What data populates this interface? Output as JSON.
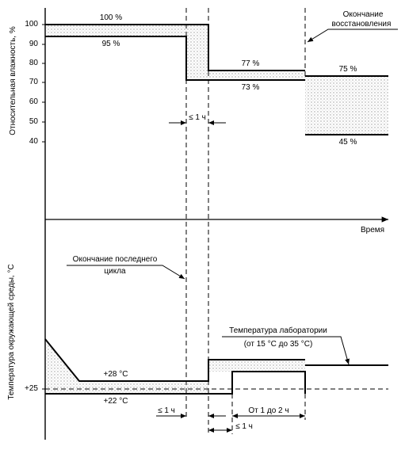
{
  "humidity": {
    "axis_label": "Относительная влажность, %",
    "ticks": [
      "100",
      "90",
      "80",
      "70",
      "60",
      "50",
      "40"
    ],
    "labels": {
      "l100": "100 %",
      "l95": "95 %",
      "l77": "77 %",
      "l73": "73 %",
      "l75": "75 %",
      "l45": "45 %"
    },
    "duration_1h": "≤ 1 ч"
  },
  "end_recovery": {
    "line1": "Окончание",
    "line2": "восстановления"
  },
  "time_axis_label": "Время",
  "temperature": {
    "axis_label": "Температура окружающей среды, °С",
    "tick_25": "+25",
    "l28": "+28 °С",
    "l22": "+22 °С"
  },
  "end_last_cycle": {
    "line1": "Окончание последнего",
    "line2": "цикла"
  },
  "lab_temp": {
    "line1": "Температура лаборатории",
    "line2": "(от 15 °С до 35 °С)"
  },
  "durations": {
    "d1": "≤ 1 ч",
    "d2": "≤ 1 ч",
    "d3": "От 1 до 2 ч"
  }
}
